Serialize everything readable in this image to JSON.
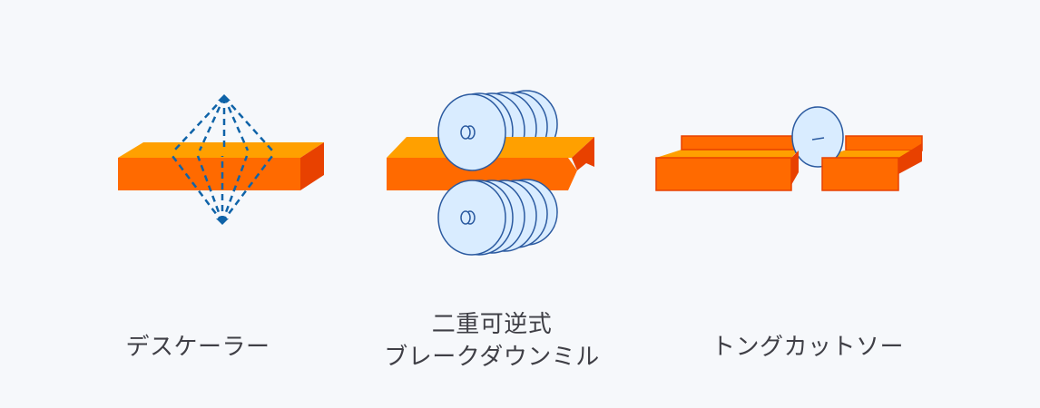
{
  "colors": {
    "background": "#f6f8fb",
    "slab_top": "#ffa000",
    "slab_front": "#ff6a00",
    "slab_side": "#e84100",
    "roll_fill": "#d9ecff",
    "roll_stroke": "#2b5aa0",
    "spray": "#0f63a8",
    "text": "#3f3f46"
  },
  "labels": {
    "descaler": "デスケーラー",
    "reversing_mill_line1": "二重可逆式",
    "reversing_mill_line2": "ブレークダウンミル",
    "tong_cut_saw": "トングカットソー"
  }
}
